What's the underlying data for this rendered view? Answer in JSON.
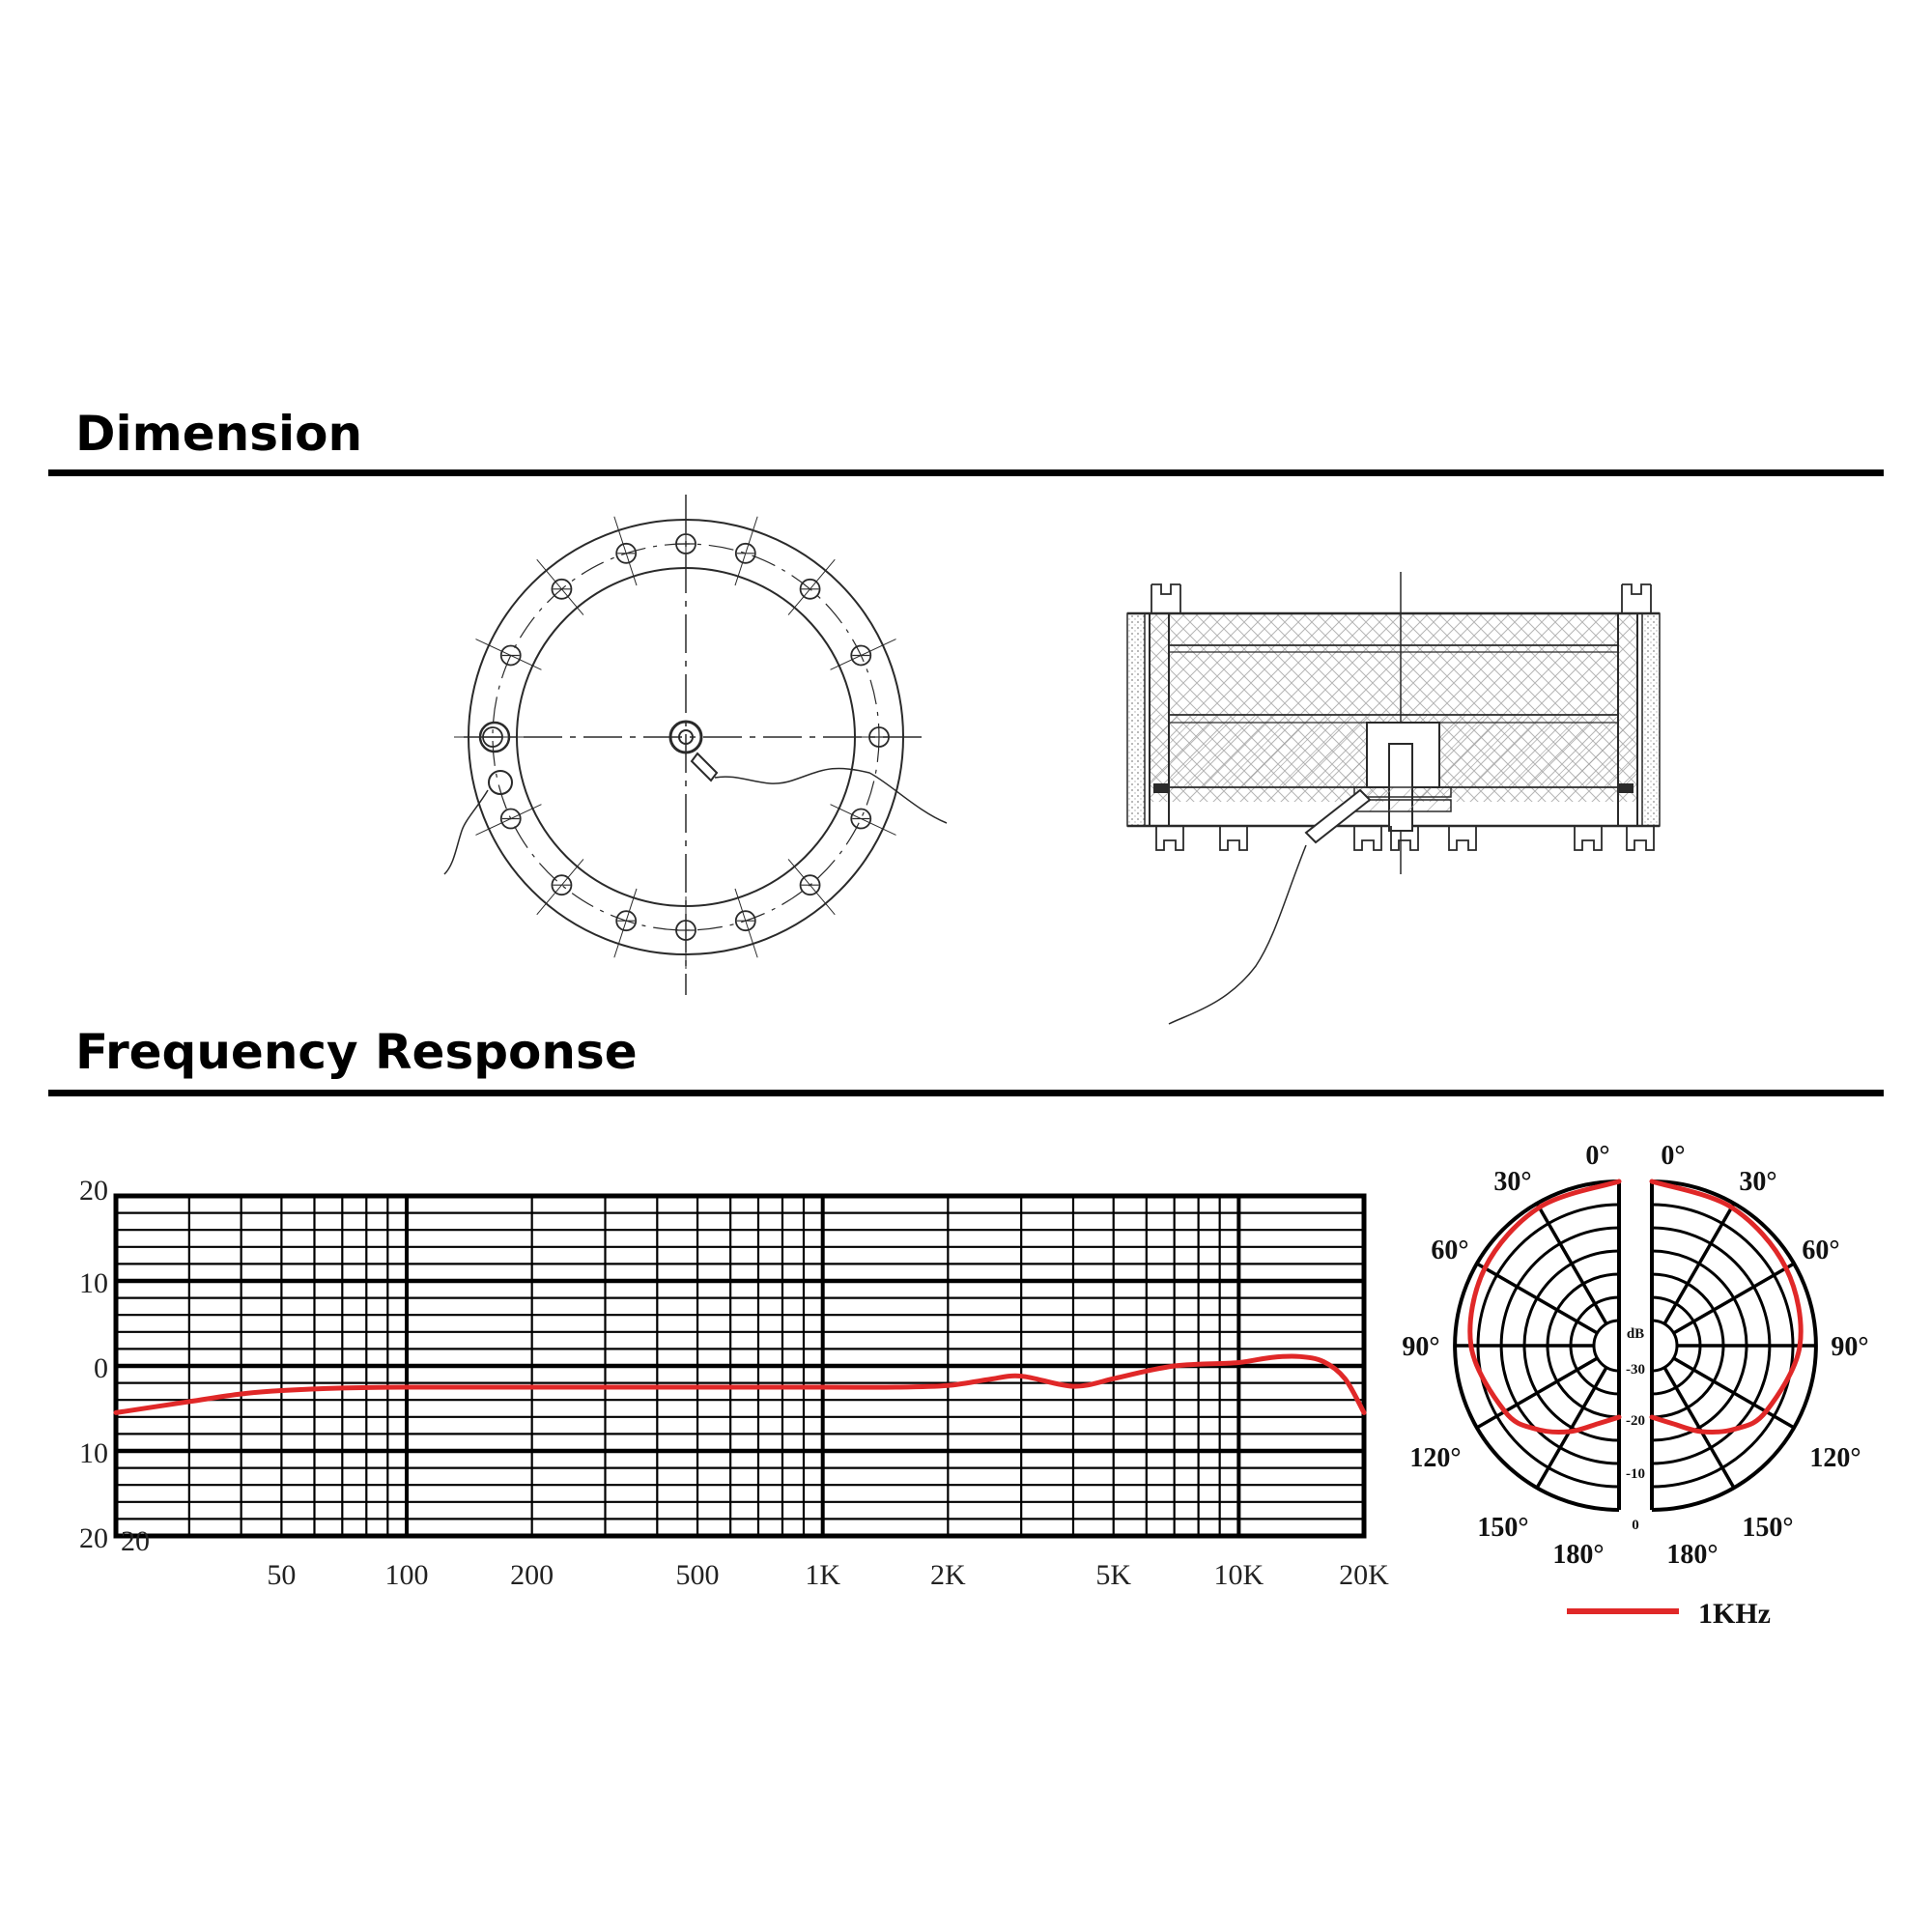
{
  "sections": {
    "dimension_title": "Dimension",
    "frequency_title": "Frequency Response"
  },
  "colors": {
    "curve": "#e02828",
    "ink": "#000000",
    "drawing": "#2a2a2a"
  },
  "chart_data": [
    {
      "type": "line",
      "title": "",
      "xlabel": "",
      "ylabel": "",
      "xscale": "log",
      "xlim": [
        20,
        20000
      ],
      "ylim": [
        -20,
        20
      ],
      "grid": true,
      "x_ticks": [
        {
          "value": 20,
          "label": "20"
        },
        {
          "value": 50,
          "label": "50"
        },
        {
          "value": 100,
          "label": "100"
        },
        {
          "value": 200,
          "label": "200"
        },
        {
          "value": 500,
          "label": "500"
        },
        {
          "value": 1000,
          "label": "1K"
        },
        {
          "value": 2000,
          "label": "2K"
        },
        {
          "value": 5000,
          "label": "5K"
        },
        {
          "value": 10000,
          "label": "10K"
        },
        {
          "value": 20000,
          "label": "20K"
        }
      ],
      "y_ticks": [
        {
          "value": 20,
          "label": "20"
        },
        {
          "value": 10,
          "label": "10"
        },
        {
          "value": 0,
          "label": "0"
        },
        {
          "value": -10,
          "label": "10"
        },
        {
          "value": -20,
          "label": "20"
        }
      ],
      "series": [
        {
          "name": "",
          "x": [
            20,
            30,
            40,
            50,
            70,
            100,
            200,
            500,
            1000,
            1500,
            2000,
            2500,
            3000,
            4000,
            5000,
            6000,
            7000,
            8000,
            10000,
            12000,
            14000,
            16000,
            18000,
            20000
          ],
          "y": [
            -5.5,
            -4.2,
            -3.3,
            -2.9,
            -2.6,
            -2.5,
            -2.5,
            -2.5,
            -2.5,
            -2.5,
            -2.3,
            -1.6,
            -1.2,
            -2.4,
            -1.5,
            -0.6,
            0.0,
            0.2,
            0.4,
            1.0,
            1.1,
            0.5,
            -1.5,
            -5.5
          ]
        }
      ]
    },
    {
      "type": "polar",
      "title": "",
      "angle_labels": [
        "0°",
        "30°",
        "60°",
        "90°",
        "120°",
        "150°",
        "180°"
      ],
      "radial_unit": "dB",
      "radial_ticks": [
        "-30",
        "-20",
        "-10",
        "0"
      ],
      "series": [
        {
          "name": "1KHz",
          "angles_deg": [
            0,
            30,
            60,
            90,
            120,
            135,
            150,
            165,
            180
          ],
          "values_db": [
            0,
            -1,
            -2,
            -3.5,
            -7,
            -10,
            -14,
            -18,
            -20
          ]
        }
      ]
    }
  ]
}
